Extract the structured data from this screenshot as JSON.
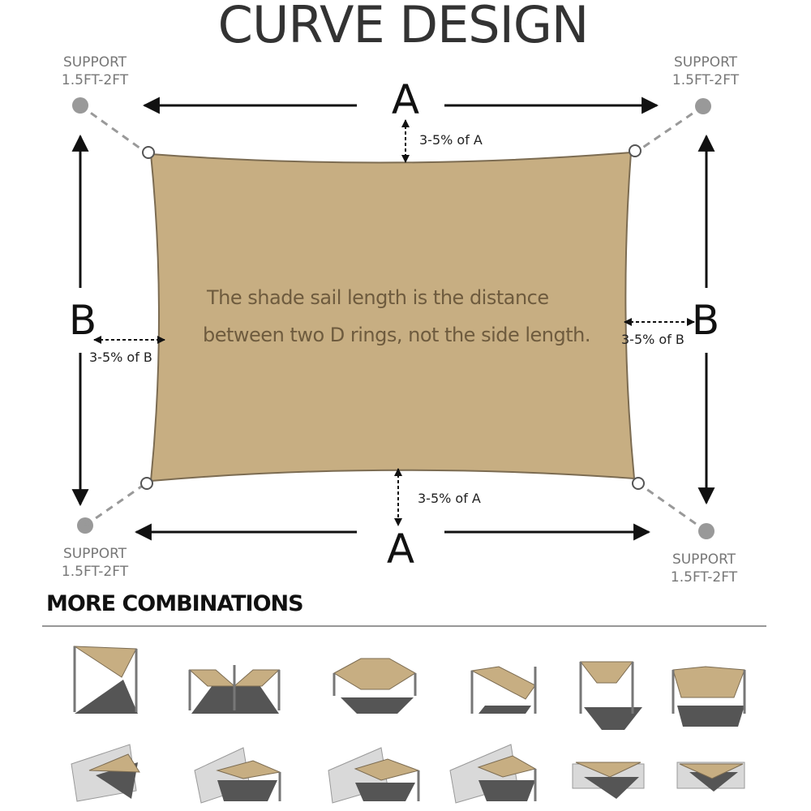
{
  "title": "CURVE DESIGN",
  "supports": {
    "top_left": {
      "line1": "SUPPORT",
      "line2": "1.5FT-2FT"
    },
    "top_right": {
      "line1": "SUPPORT",
      "line2": "1.5FT-2FT"
    },
    "bottom_left": {
      "line1": "SUPPORT",
      "line2": "1.5FT-2FT"
    },
    "bottom_right": {
      "line1": "SUPPORT",
      "line2": "1.5FT-2FT"
    }
  },
  "dimensions": {
    "top_label": "A",
    "bottom_label": "A",
    "left_label": "B",
    "right_label": "B",
    "top_curve": "3-5% of A",
    "bottom_curve": "3-5% of A",
    "left_curve": "3-5% of B",
    "right_curve": "3-5% of B"
  },
  "note": {
    "line1": "The shade sail length is the distance",
    "line2": "between two D rings, not the side length."
  },
  "more_combinations": {
    "heading": "MORE COMBINATIONS",
    "tile_count": 12
  },
  "colors": {
    "sail": "#c7ae82",
    "sail_border": "#7c6c52",
    "support_dot": "#999999",
    "shadow": "#555555",
    "wall": "#d9d9d9"
  }
}
